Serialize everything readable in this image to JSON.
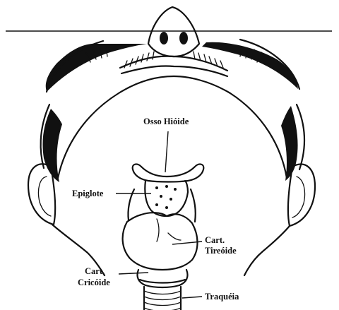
{
  "labels": {
    "hyoid": "Osso Hióide",
    "epiglottis": "Epiglote",
    "thyroid_line1": "Cart.",
    "thyroid_line2": "Tireóide",
    "cricoid_line1": "Cart.",
    "cricoid_line2": "Cricóide",
    "trachea": "Traquéia"
  },
  "colors": {
    "ink": "#111111",
    "background": "#ffffff"
  }
}
